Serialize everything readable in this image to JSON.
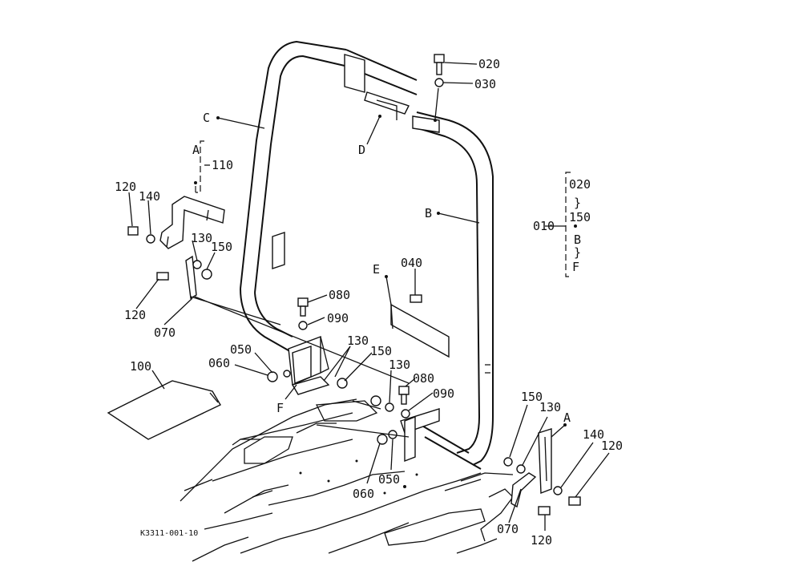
{
  "drawing_code": "K3311-001-10",
  "callouts": {
    "C": "C",
    "D": "D",
    "B": "B",
    "E": "E",
    "F": "F",
    "A_top": "A",
    "A_right": "A",
    "p020_top": "020",
    "p030": "030",
    "p110": "110",
    "p120_tl": "120",
    "p140_l": "140",
    "p130_l": "130",
    "p150_l": "150",
    "p120_l2": "120",
    "p070_l": "070",
    "p080_a": "080",
    "p090_a": "090",
    "p040": "040",
    "p050_l": "050",
    "p060_l": "060",
    "p130_m": "130",
    "p150_m": "150",
    "p130_m2": "130",
    "p080_b": "080",
    "p090_b": "090",
    "p100": "100",
    "p060_b": "060",
    "p050_b": "050",
    "p150_r": "150",
    "p130_r": "130",
    "p140_r": "140",
    "p120_r": "120",
    "p070_r": "070",
    "p120_rb": "120"
  },
  "assembly_key": {
    "code": "010",
    "items": [
      "020",
      "150",
      "B",
      "F"
    ]
  }
}
